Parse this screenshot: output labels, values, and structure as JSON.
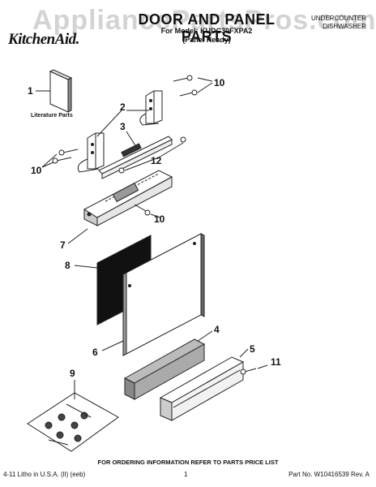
{
  "header": {
    "brand": "KitchenAid.",
    "title": "DOOR AND PANEL PARTS",
    "model_line": "For Model: KUDC30FXPA2",
    "panel_note": "(Panel Ready)",
    "product_line1": "UNDERCOUNTER",
    "product_line2": "DISHWASHER",
    "watermark": "AppliancePartsPros.com"
  },
  "diagram": {
    "literature_label": "Literature Parts",
    "callouts": {
      "c1": "1",
      "c2": "2",
      "c3": "3",
      "c4": "4",
      "c5": "5",
      "c6": "6",
      "c7": "7",
      "c8": "8",
      "c9": "9",
      "c10a": "10",
      "c10b": "10",
      "c10c": "10",
      "c11": "11",
      "c12": "12"
    }
  },
  "footer": {
    "ordering_note": "FOR ORDERING INFORMATION REFER TO PARTS PRICE LIST",
    "litho": "4-11 Litho in U.S.A. (lI) (eeb)",
    "page": "1",
    "part_no": "Part No. W10416539 Rev. A"
  }
}
